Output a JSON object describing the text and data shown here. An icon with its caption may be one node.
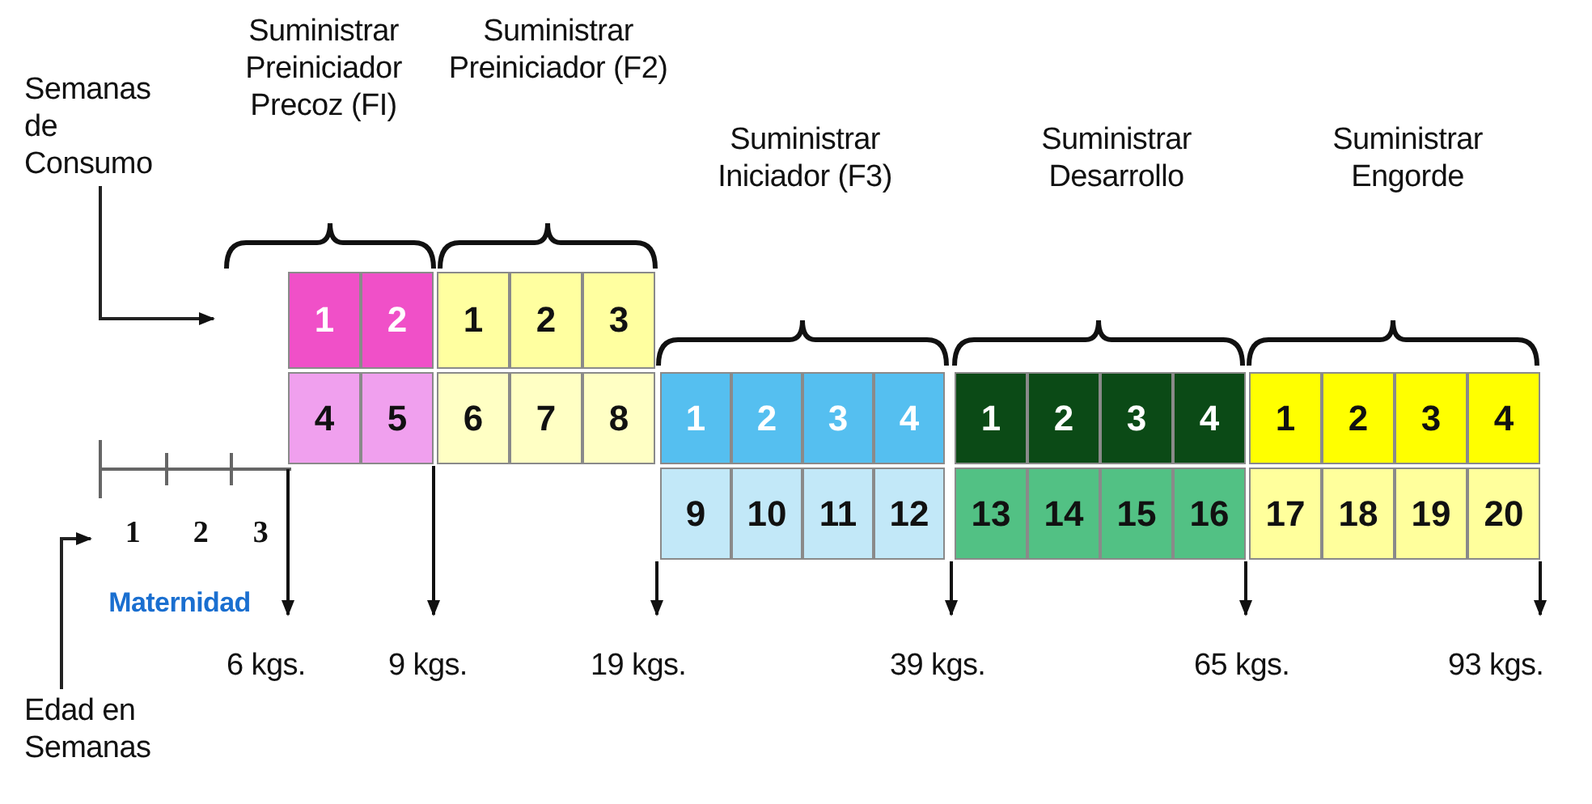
{
  "diagram": {
    "nodes": [
      {
        "text": [
          "Semanas de Consumo"
        ]
      },
      {
        "text": [
          "1"
        ]
      },
      {
        "text": [
          "2"
        ]
      },
      {
        "text": [
          "1"
        ]
      },
      {
        "text": [
          "2"
        ]
      },
      {
        "text": [
          "3"
        ]
      },
      {
        "text": [
          "4"
        ]
      },
      {
        "text": [
          "5"
        ]
      },
      {
        "text": [
          "6"
        ]
      },
      {
        "text": [
          "7"
        ]
      },
      {
        "text": [
          "8"
        ]
      },
      {
        "text": [
          "1"
        ]
      },
      {
        "text": [
          "2"
        ]
      },
      {
        "text": [
          "3"
        ]
      },
      {
        "text": [
          "4"
        ]
      },
      {
        "text": [
          "1"
        ]
      },
      {
        "text": [
          "2"
        ]
      },
      {
        "text": [
          "3"
        ]
      },
      {
        "text": [
          "4"
        ]
      },
      {
        "text": [
          "1"
        ]
      },
      {
        "text": [
          "2"
        ]
      },
      {
        "text": [
          "3"
        ]
      },
      {
        "text": [
          "4"
        ]
      },
      {
        "text": [
          "9"
        ]
      },
      {
        "text": [
          "10"
        ]
      },
      {
        "text": [
          "11"
        ]
      },
      {
        "text": [
          "12"
        ]
      },
      {
        "text": [
          "13"
        ]
      },
      {
        "text": [
          "14"
        ]
      },
      {
        "text": [
          "15"
        ]
      },
      {
        "text": [
          "16"
        ]
      },
      {
        "text": [
          "17"
        ]
      },
      {
        "text": [
          "18"
        ]
      },
      {
        "text": [
          "19"
        ]
      },
      {
        "text": [
          "20"
        ]
      },
      {
        "text": [
          "Edad en Semanas"
        ]
      }
    ],
    "edges": [
      {
        "from": 0,
        "to": null,
        "arrow": "to"
      },
      {
        "from": 35,
        "to": null,
        "arrow": "to"
      }
    ],
    "labels": [
      "Suministrar Preiniciador Precoz (FI)",
      "Suministrar Preiniciador (F2)",
      "Suministrar Iniciador (F3)",
      "Suministrar Desarrollo",
      "Suministrar Engorde",
      "1",
      "2",
      "3",
      "Maternidad",
      "6 kgs.",
      "9 kgs.",
      "19 kgs.",
      "39 kgs.",
      "65 kgs.",
      "93 kgs."
    ]
  }
}
